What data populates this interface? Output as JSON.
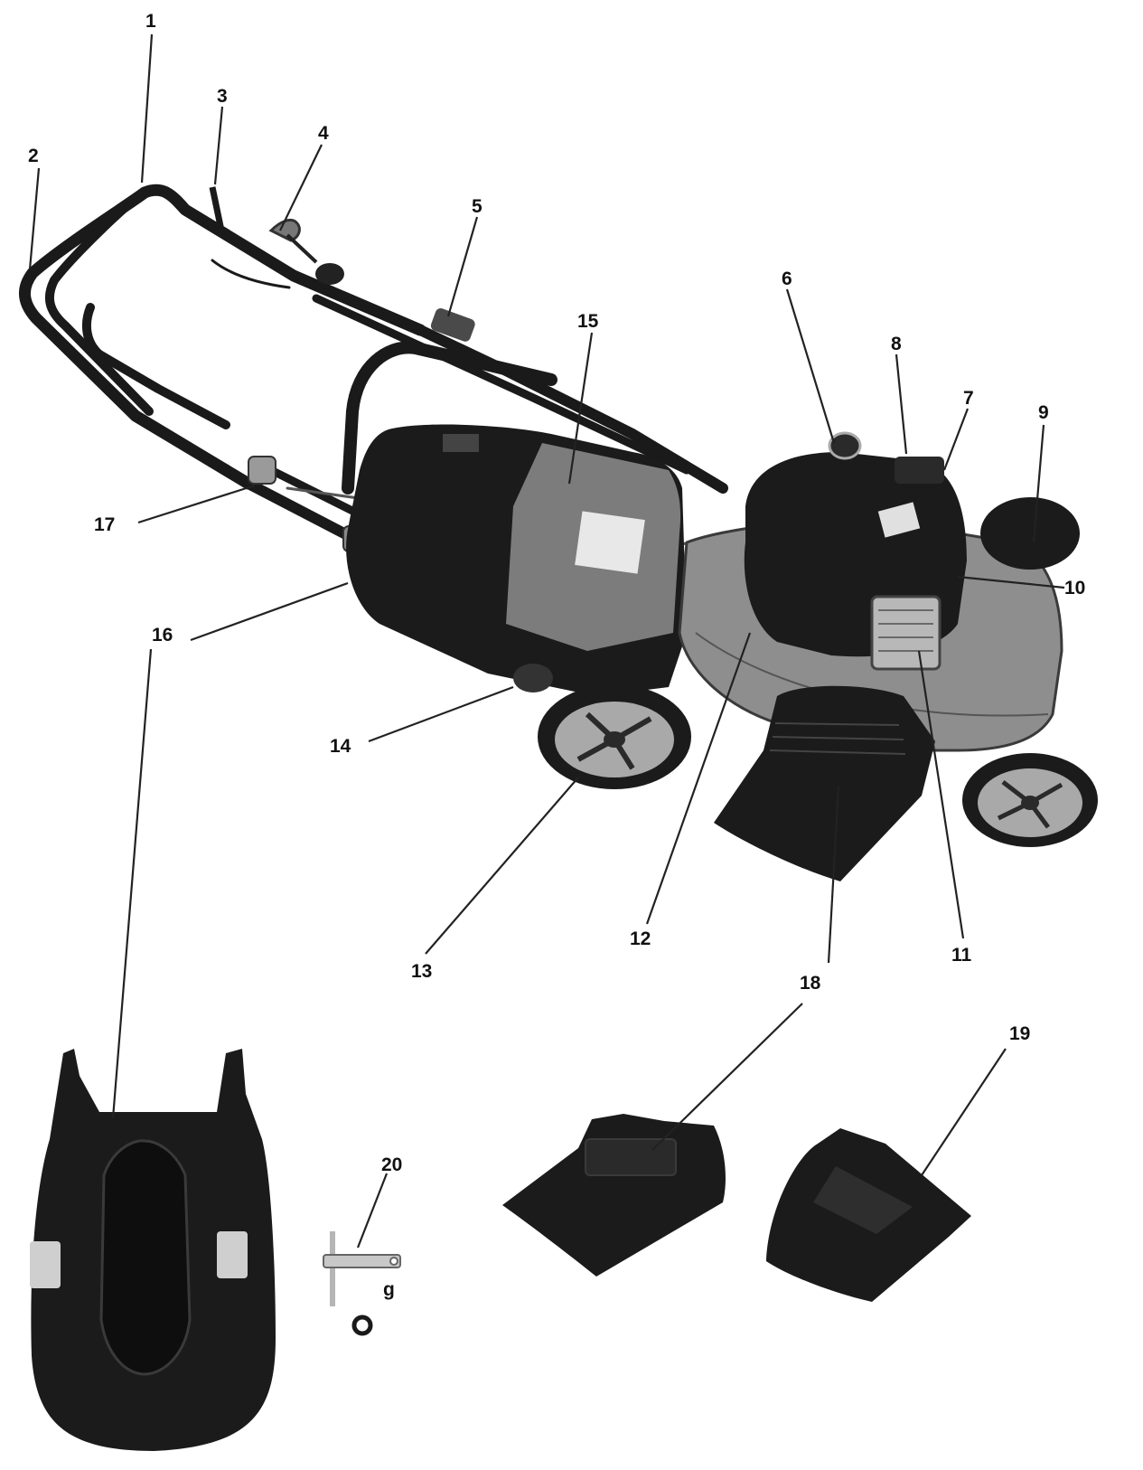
{
  "callouts": {
    "c1": "1",
    "c2": "2",
    "c3": "3",
    "c4": "4",
    "c5": "5",
    "c6": "6",
    "c7": "7",
    "c8": "8",
    "c9": "9",
    "c10": "10",
    "c11": "11",
    "c12": "12",
    "c13": "13",
    "c14": "14",
    "c15": "15",
    "c16": "16",
    "c17": "17",
    "c18": "18",
    "c19": "19",
    "c20": "20",
    "g": "g"
  },
  "colors": {
    "ink": "#111111",
    "deck": "#8e8e8e",
    "bag_panel": "#7c7c7c",
    "dark": "#161616",
    "wheel_rim": "#a9a9a9"
  }
}
